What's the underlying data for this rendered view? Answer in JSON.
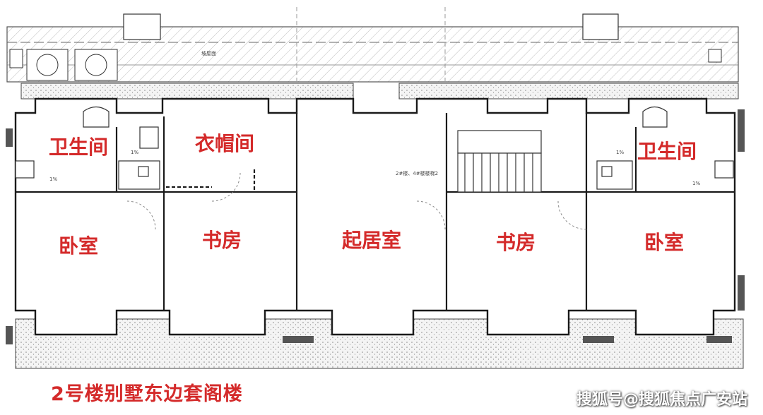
{
  "rooms": {
    "bath_left": "卫生间",
    "cloakroom": "衣帽间",
    "bedroom_left": "卧室",
    "study_left": "书房",
    "living_room": "起居室",
    "study_right": "书房",
    "bedroom_right": "卧室",
    "bath_right": "卫生间"
  },
  "notes": {
    "roof_note": "坡屋面",
    "stair_note": "2#楼、4#楼楼梯2",
    "slope_1": "1%",
    "slope_2": "1%",
    "slope_3": "1%",
    "slope_4": "1%"
  },
  "caption": "2号楼别墅东边套阁楼",
  "watermark": "搜狐号@搜狐焦点广安站",
  "colors": {
    "label": "#d42a2a",
    "wall": "#1a1a1a",
    "hatch": "#9a9a9a"
  }
}
